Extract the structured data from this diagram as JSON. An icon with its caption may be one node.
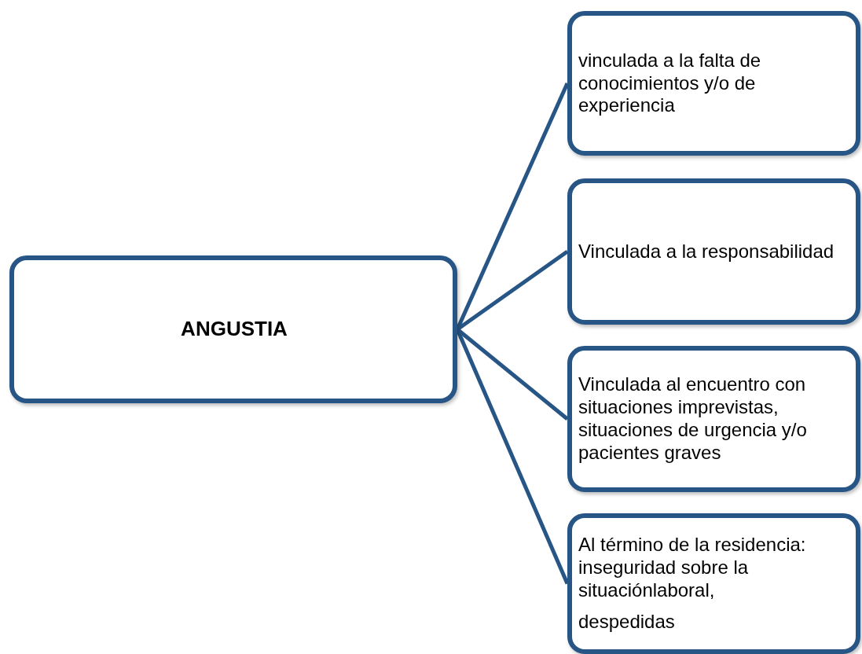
{
  "diagram": {
    "nodes": [
      {
        "text": [
          "ANGUSTIA"
        ]
      },
      {
        "text": [
          "vinculada a la falta de conocimientos y/o de experiencia"
        ]
      },
      {
        "text": [
          "Vinculada a la responsabilidad"
        ]
      },
      {
        "text": [
          "Vinculada al encuentro con situaciones imprevistas, situaciones de urgencia y/o pacientes graves"
        ]
      },
      {
        "text": [
          "Al término de la residencia: inseguridad sobre la situaciónlaboral,",
          "despedidas"
        ]
      }
    ],
    "edges": [
      {
        "from": 0,
        "to": 1,
        "arrow": "none"
      },
      {
        "from": 0,
        "to": 2,
        "arrow": "none"
      },
      {
        "from": 0,
        "to": 3,
        "arrow": "none"
      },
      {
        "from": 0,
        "to": 4,
        "arrow": "none"
      }
    ]
  }
}
